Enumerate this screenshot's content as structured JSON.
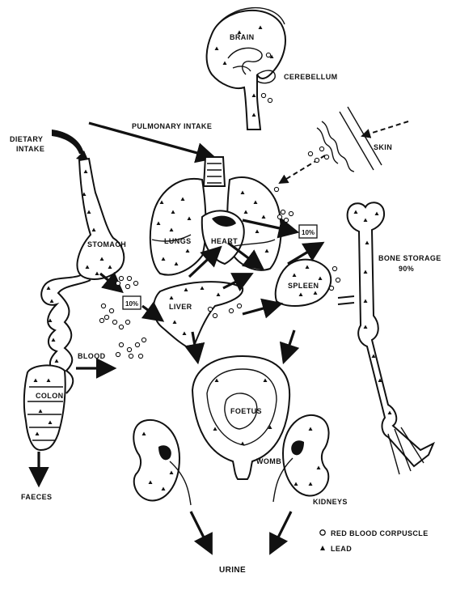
{
  "labels": {
    "brain": "BRAIN",
    "cerebellum": "CEREBELLUM",
    "dietary_intake_1": "DIETARY",
    "dietary_intake_2": "INTAKE",
    "pulmonary_intake": "PULMONARY INTAKE",
    "skin": "SKIN",
    "stomach": "STOMACH",
    "lungs": "LUNGS",
    "heart": "HEART",
    "liver": "LIVER",
    "spleen": "SPLEEN",
    "bone_storage_1": "BONE STORAGE",
    "bone_storage_2": "90%",
    "blood": "BLOOD",
    "colon": "COLON",
    "foetus": "FOETUS",
    "womb": "WOMB",
    "kidneys": "KIDNEYS",
    "faeces": "FAECES",
    "urine": "URINE",
    "box_left": "10%",
    "box_right": "10%"
  },
  "legend": {
    "red_blood_corpuscle": "RED BLOOD CORPUSCLE",
    "lead": "LEAD"
  },
  "colors": {
    "ink": "#111111",
    "background": "#ffffff"
  }
}
